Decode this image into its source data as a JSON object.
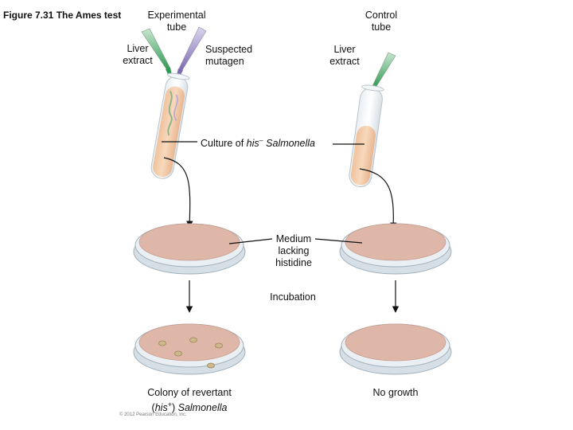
{
  "title": "Figure 7.31  The Ames test",
  "labels": {
    "experimental_tube": "Experimental tube",
    "control_tube": "Control tube",
    "liver_extract_left": "Liver extract",
    "suspected_mutagen": "Suspected mutagen",
    "liver_extract_right": "Liver extract",
    "culture_prefix": "Culture of ",
    "culture_his": "his",
    "culture_sup": "–",
    "culture_species": "Salmonella",
    "medium": "Medium lacking histidine",
    "incubation": "Incubation",
    "colony_line1": "Colony of revertant",
    "colony_his": "his",
    "colony_sup": "+",
    "colony_species": "Salmonella",
    "no_growth": "No growth",
    "copyright": "© 2012 Pearson Education, Inc."
  },
  "colors": {
    "plate_fill": "#dfb7a8",
    "plate_rim": "#c8d4dc",
    "tube_liquid": "#f2c9a4",
    "dropper_green": "#3aa05a",
    "dropper_purple": "#8a7ab8"
  }
}
